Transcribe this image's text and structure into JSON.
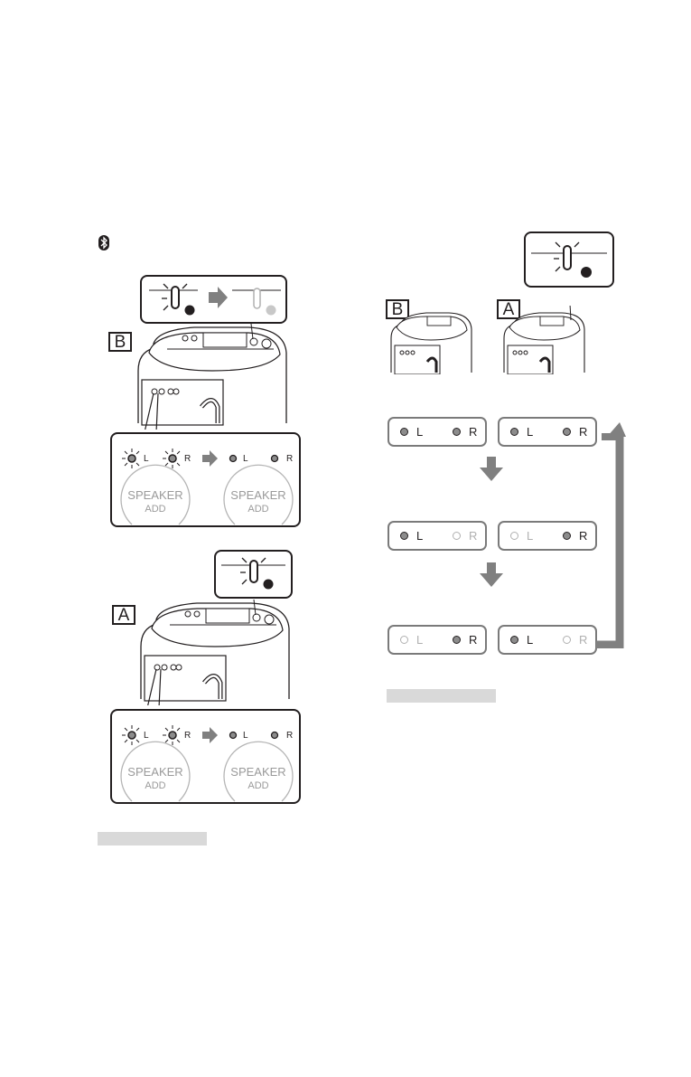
{
  "labels": {
    "a": "A",
    "b": "B"
  },
  "panel_b": {
    "l": "L",
    "r": "R",
    "btn_top": "SPEAKER",
    "btn_bottom": "ADD"
  },
  "panel_a": {
    "l": "L",
    "r": "R",
    "btn_top": "SPEAKER",
    "btn_bottom": "ADD"
  },
  "indicators": {
    "row1": [
      {
        "l": "L",
        "r": "R",
        "l_on": true,
        "r_on": true
      },
      {
        "l": "L",
        "r": "R",
        "l_on": true,
        "r_on": true
      }
    ],
    "row2": [
      {
        "l": "L",
        "r": "R",
        "l_on": true,
        "r_on": false
      },
      {
        "l": "L",
        "r": "R",
        "l_on": false,
        "r_on": true
      }
    ],
    "row3": [
      {
        "l": "L",
        "r": "R",
        "l_on": false,
        "r_on": true
      },
      {
        "l": "L",
        "r": "R",
        "l_on": true,
        "r_on": false
      }
    ]
  },
  "colors": {
    "ink": "#231f20",
    "arrow": "#808080",
    "highlight_bar": "#d9d9d9",
    "led_on": "#8c8c8c",
    "led_off": "#b0b0b0"
  }
}
